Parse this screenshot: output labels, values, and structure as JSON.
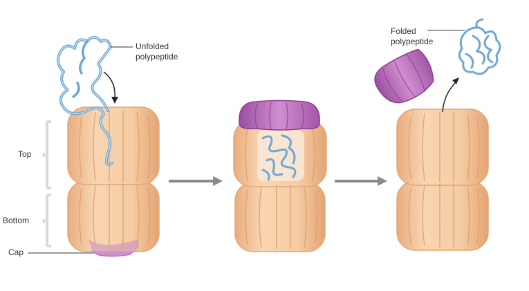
{
  "labels": {
    "unfolded": [
      "Unfolded",
      "polypeptide"
    ],
    "folded": [
      "Folded",
      "polypeptide"
    ],
    "top": "Top",
    "bottom": "Bottom",
    "cap": "Cap"
  },
  "colors": {
    "chaperonin": "#f3c89d",
    "chaperonin_dark": "#e2a776",
    "cap": "#b566b4",
    "polypeptide": "#6fa7d3",
    "arrow": "#8a8a8a",
    "bracket": "#d9d9d9"
  }
}
